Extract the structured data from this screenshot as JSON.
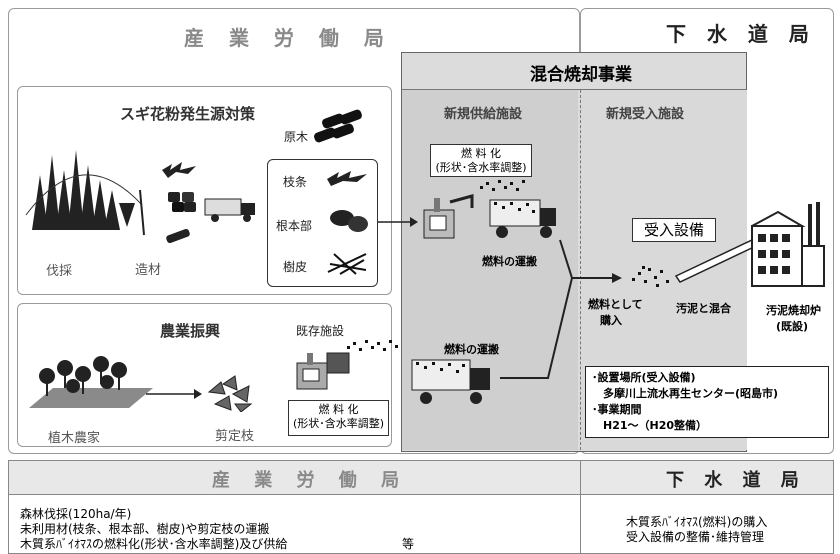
{
  "top": {
    "left_bureau": "産 業 労 働 局",
    "right_bureau": "下 水 道 局",
    "mixed_title": "混合焼却事業",
    "supply_facility": "新規供給施設",
    "receive_facility": "新規受入施設",
    "cedar": {
      "title": "スギ花粉発生源対策",
      "logging": "伐採",
      "lumbering": "造材",
      "log": "原木",
      "branches": "枝条",
      "root": "根本部",
      "bark": "樹皮"
    },
    "agri": {
      "title": "農業振興",
      "nursery": "植木農家",
      "pruned": "剪定枝",
      "existing": "既存施設",
      "fuel_line1": "燃 料 化",
      "fuel_line2": "(形状･含水率調整)"
    },
    "supply": {
      "fuel_line1": "燃 料 化",
      "fuel_line2": "(形状･含水率調整)",
      "transport1": "燃料の運搬",
      "transport2": "燃料の運搬"
    },
    "receive": {
      "equipment": "受入設備",
      "purchase_line1": "燃料として",
      "purchase_line2": "購入",
      "mix": "汚泥と混合",
      "incinerator_line1": "汚泥焼却炉",
      "incinerator_line2": "(既設)",
      "info": [
        "･設置場所(受入設備)",
        "　多摩川上流水再生センター(昭島市)",
        "･事業期間",
        "　H21～（H20整備）"
      ]
    }
  },
  "bottom": {
    "left_bureau": "産 業 労 働 局",
    "right_bureau": "下 水 道 局",
    "left_items": [
      "森林伐採(120ha/年)",
      "未利用材(枝条、根本部、樹皮)や剪定枝の運搬",
      "木質系ﾊﾞｲｵﾏｽの燃料化(形状･含水率調整)及び供給"
    ],
    "left_etc": "等",
    "right_items": [
      "木質系ﾊﾞｲｵﾏｽ(燃料)の購入",
      "受入設備の整備･維持管理"
    ]
  }
}
